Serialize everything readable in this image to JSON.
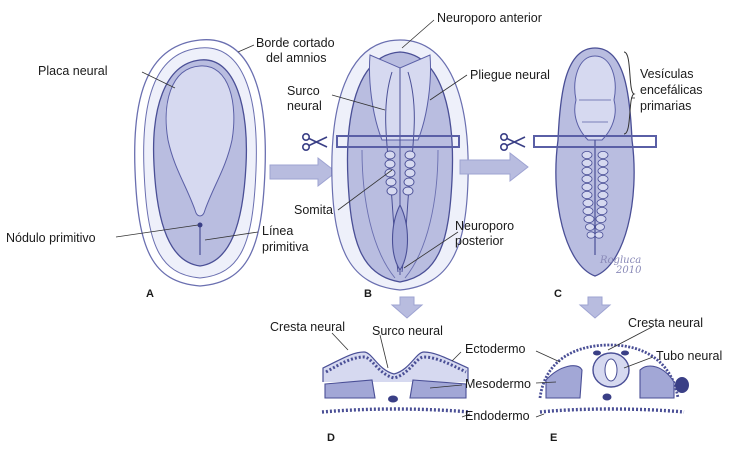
{
  "labels": {
    "borde_cortado": "Borde cortado",
    "del_amnios": "del amnios",
    "neuroporo_anterior": "Neuroporo anterior",
    "placa_neural": "Placa neural",
    "surco": "Surco",
    "neural": "neural",
    "pliegue_neural": "Pliegue neural",
    "vesiculas": "Vesículas",
    "encefalicas": "encefálicas",
    "primarias": "primarias",
    "somita": "Somita",
    "neuroporo": "Neuroporo",
    "posterior": "posterior",
    "nodulo_primitivo": "Nódulo primitivo",
    "linea": "Línea",
    "primitiva": "primitiva",
    "cresta_neural_d": "Cresta neural",
    "surco_neural_d": "Surco neural",
    "ectodermo": "Ectodermo",
    "mesodermo": "Mesodermo",
    "endodermo": "Endodermo",
    "cresta_neural_e": "Cresta neural",
    "tubo_neural": "Tubo neural"
  },
  "panels": {
    "a": "A",
    "b": "B",
    "c": "C",
    "d": "D",
    "e": "E"
  },
  "signature": {
    "line1": "Rogluca",
    "line2": "2010"
  },
  "colors": {
    "embryo": "#b9bde0",
    "outline": "#4a4f96",
    "arrow": "#b8bcdf"
  },
  "icons": {
    "scissors": "scissors-icon",
    "arrow": "arrow-right-icon"
  }
}
